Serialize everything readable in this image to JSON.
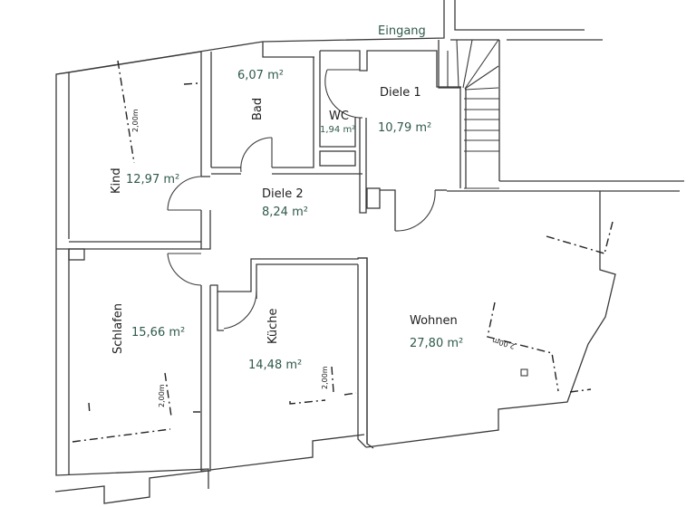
{
  "floorplan": {
    "entrance_label": "Eingang",
    "colors": {
      "wall": "#3a3a3a",
      "room_label": "#1e1e1e",
      "area_label": "#2f5a4a",
      "background": "#ffffff"
    },
    "rooms": [
      {
        "name": "Bad",
        "area": "6,07 m²"
      },
      {
        "name": "WC",
        "area": "1,94 m²"
      },
      {
        "name": "Diele 1",
        "area": "10,79 m²"
      },
      {
        "name": "Kind",
        "area": "12,97 m²"
      },
      {
        "name": "Diele 2",
        "area": "8,24 m²"
      },
      {
        "name": "Schlafen",
        "area": "15,66 m²"
      },
      {
        "name": "Küche",
        "area": "14,48 m²"
      },
      {
        "name": "Wohnen",
        "area": "27,80 m²"
      }
    ],
    "height_markers": [
      {
        "room": "Kind",
        "label": "2,00m"
      },
      {
        "room": "Schlafen",
        "label": "2,00m"
      },
      {
        "room": "Küche",
        "label": "2,00m"
      },
      {
        "room": "Wohnen",
        "label": "2,00m"
      }
    ]
  }
}
